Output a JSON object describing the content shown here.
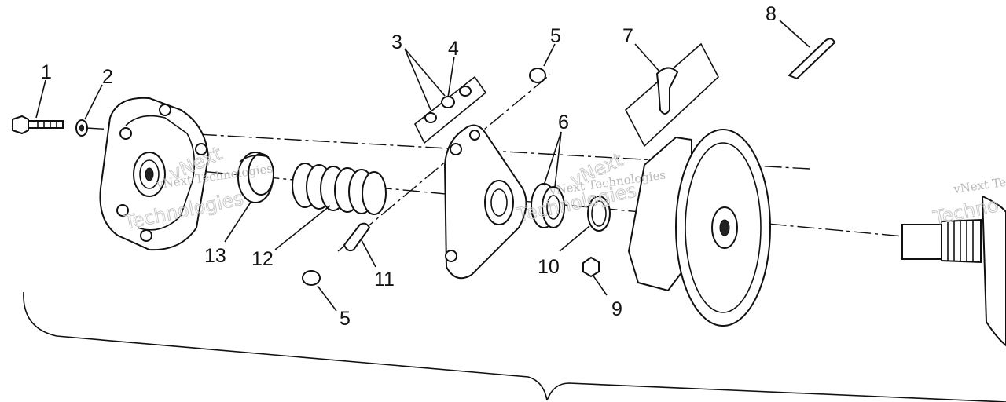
{
  "callouts": {
    "c1": "1",
    "c2": "2",
    "c3": "3",
    "c4": "4",
    "c5a": "5",
    "c5b": "5",
    "c6": "6",
    "c7": "7",
    "c8": "8",
    "c9": "9",
    "c10": "10",
    "c11": "11",
    "c12": "12",
    "c13": "13"
  },
  "watermarks": {
    "brand": "vNext Technologies",
    "brand_short": "vNext",
    "brand_tail": "Technologies",
    "edge_top": "vNext Te",
    "edge_bottom": "Techno"
  },
  "colors": {
    "line": "#111111",
    "background": "#ffffff",
    "watermark": "#b9b9b9"
  }
}
